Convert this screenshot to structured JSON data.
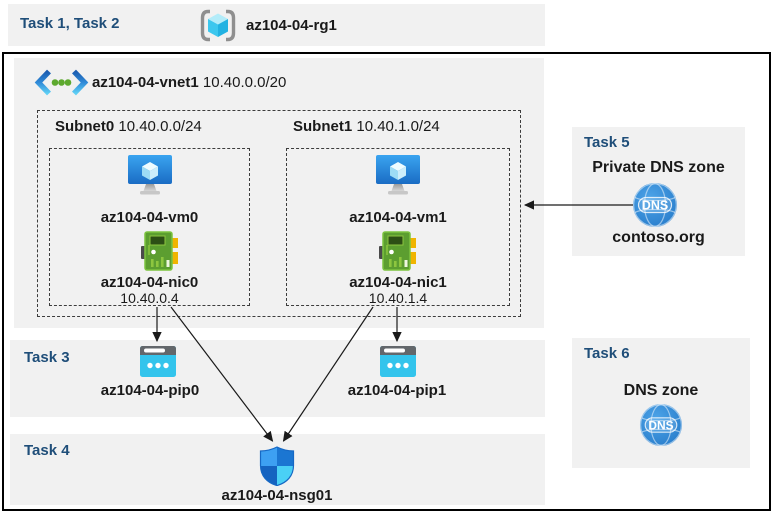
{
  "header": {
    "tasks_label": "Task 1, Task 2",
    "resource_group_name": "az104-04-rg1"
  },
  "vnet": {
    "name": "az104-04-vnet1",
    "cidr": "10.40.0.0/20"
  },
  "subnets": [
    {
      "name": "Subnet0",
      "cidr": "10.40.0.0/24",
      "vm_name": "az104-04-vm0",
      "nic_name": "az104-04-nic0",
      "nic_ip": "10.40.0.4"
    },
    {
      "name": "Subnet1",
      "cidr": "10.40.1.0/24",
      "vm_name": "az104-04-vm1",
      "nic_name": "az104-04-nic1",
      "nic_ip": "10.40.1.4"
    }
  ],
  "task3": {
    "label": "Task 3",
    "pip0_name": "az104-04-pip0",
    "pip1_name": "az104-04-pip1"
  },
  "task4": {
    "label": "Task 4",
    "nsg_name": "az104-04-nsg01"
  },
  "task5": {
    "label": "Task 5",
    "title": "Private DNS zone",
    "zone_name": "contoso.org"
  },
  "task6": {
    "label": "Task 6",
    "title": "DNS zone"
  },
  "icon_text": {
    "dns": "DNS"
  },
  "colors": {
    "panel_bg": "#f1f1f1",
    "task_label_blue": "#1f4e79",
    "text": "#1a1a1a",
    "border_black": "#000000",
    "dashed_gray": "#3c3c3c",
    "vm_screen_blue": "#2186db",
    "nic_green": "#5c9e30",
    "nic_yellow": "#f0b400",
    "pip_cyan": "#33c4ec",
    "pip_bar_gray": "#63676b",
    "dns_globe_blue": "#2e86d4",
    "shield_top_left": "#3da0f2",
    "shield_top_right": "#1b76d2",
    "shield_bottom_left": "#1563c0",
    "shield_bottom_right": "#4ad0f6"
  }
}
